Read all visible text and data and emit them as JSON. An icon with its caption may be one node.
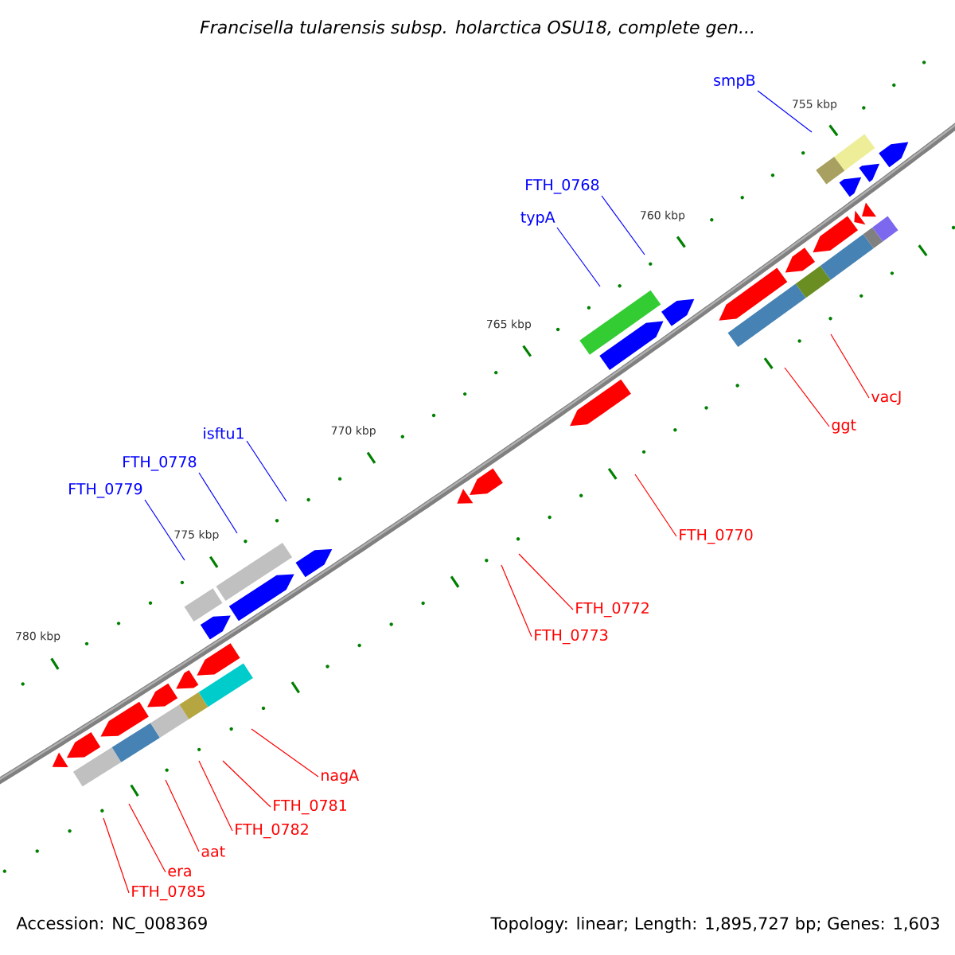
{
  "diagram": {
    "title": "Francisella tularensis subsp. holarctica OSU18, complete gen...",
    "nodes": [
      {
        "text": [
          "smpB"
        ]
      },
      {
        "text": [
          "FTH_0768"
        ]
      },
      {
        "text": [
          "typA"
        ]
      },
      {
        "text": [
          "vacJ"
        ]
      },
      {
        "text": [
          "ggt"
        ]
      },
      {
        "text": [
          "isftu1"
        ]
      },
      {
        "text": [
          "FTH_0778"
        ]
      },
      {
        "text": [
          "FTH_0779"
        ]
      },
      {
        "text": [
          "FTH_0770"
        ]
      },
      {
        "text": [
          "FTH_0772"
        ]
      },
      {
        "text": [
          "FTH_0773"
        ]
      },
      {
        "text": [
          "nagA"
        ]
      },
      {
        "text": [
          "FTH_0781"
        ]
      },
      {
        "text": [
          "FTH_0782"
        ]
      },
      {
        "text": [
          "aat"
        ]
      },
      {
        "text": [
          "era"
        ]
      },
      {
        "text": [
          "FTH_0785"
        ]
      }
    ],
    "edges": [
      {
        "from": 0,
        "to": null,
        "arrow": "none",
        "color": "#0000ff"
      },
      {
        "from": 1,
        "to": null,
        "arrow": "none",
        "color": "#0000ff"
      },
      {
        "from": 2,
        "to": null,
        "arrow": "none",
        "color": "#0000ff"
      },
      {
        "from": 3,
        "to": null,
        "arrow": "none"
      },
      {
        "from": 4,
        "to": null,
        "arrow": "none"
      },
      {
        "from": 5,
        "to": null,
        "arrow": "none",
        "color": "#0000ff"
      },
      {
        "from": 6,
        "to": null,
        "arrow": "none",
        "color": "#0000ff"
      },
      {
        "from": 7,
        "to": null,
        "arrow": "none",
        "color": "#0000ff"
      },
      {
        "from": 8,
        "to": null,
        "arrow": "none"
      },
      {
        "from": 9,
        "to": null,
        "arrow": "none"
      },
      {
        "from": 10,
        "to": null,
        "arrow": "none"
      },
      {
        "from": 11,
        "to": null,
        "arrow": "none"
      },
      {
        "from": 12,
        "to": null,
        "arrow": "none"
      },
      {
        "from": 13,
        "to": null,
        "arrow": "none"
      },
      {
        "from": 14,
        "to": null,
        "arrow": "none"
      },
      {
        "from": 15,
        "to": null,
        "arrow": "none"
      },
      {
        "from": 16,
        "to": null,
        "arrow": "none"
      }
    ],
    "labels": [
      "755 kbp",
      "760 kbp",
      "765 kbp",
      "770 kbp",
      "775 kbp",
      "780 kbp",
      "Accession: NC_008369",
      "Topology: linear; Length: 1,895,727 bp; Genes: 1,603"
    ]
  }
}
